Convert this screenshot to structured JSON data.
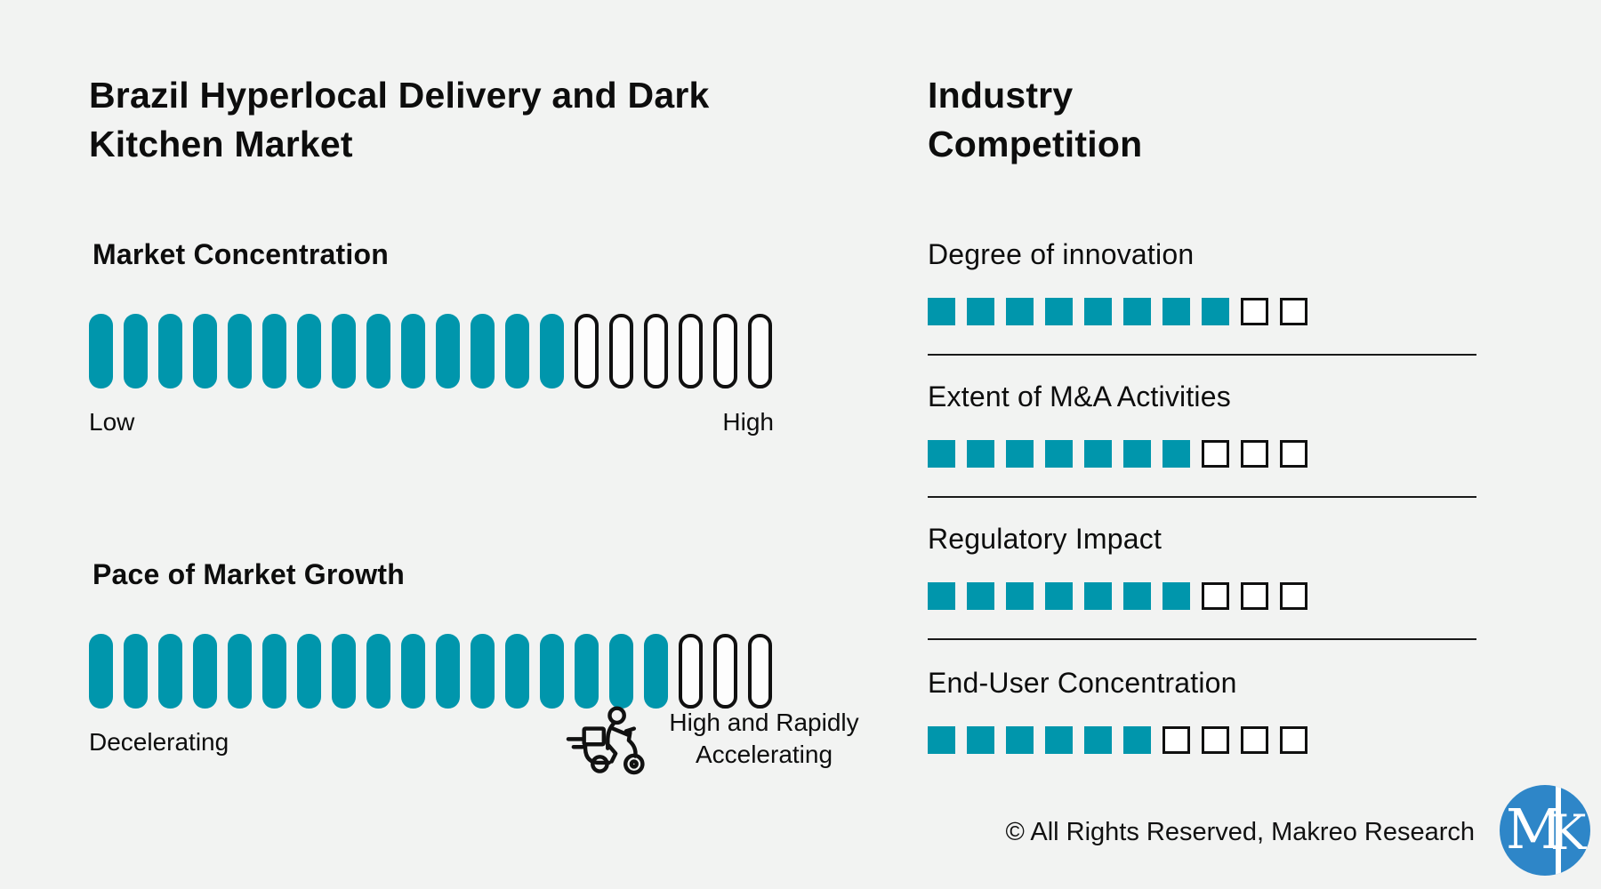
{
  "page": {
    "background_color": "#f2f3f2",
    "accent_teal": "#0096ac",
    "text_color": "#0d0d0d",
    "logo_blue": "#2e86c8"
  },
  "left_panel": {
    "title": "Brazil Hyperlocal Delivery and Dark Kitchen Market",
    "sections": [
      {
        "heading": "Market Concentration",
        "filled": 14,
        "total": 20,
        "left_label": "Low",
        "right_label": "High"
      },
      {
        "heading": "Pace of Market Growth",
        "filled": 17,
        "total": 20,
        "left_label": "Decelerating",
        "right_label": "High and Rapidly Accelerating",
        "right_icon": "delivery-scooter-icon"
      }
    ]
  },
  "right_panel": {
    "title": "Industry Competition",
    "metrics": [
      {
        "label": "Degree of innovation",
        "filled": 8,
        "total": 10
      },
      {
        "label": "Extent of M&A Activities",
        "filled": 7,
        "total": 10
      },
      {
        "label": "Regulatory Impact",
        "filled": 7,
        "total": 10
      },
      {
        "label": "End-User Concentration",
        "filled": 6,
        "total": 10
      }
    ]
  },
  "footer": {
    "copyright": "© All Rights Reserved, Makreo Research",
    "logo_monogram_m": "M",
    "logo_monogram_k": "K"
  },
  "chart_data": [
    {
      "type": "bar",
      "title": "Brazil Hyperlocal Delivery and Dark Kitchen Market",
      "categories": [
        "Market Concentration",
        "Pace of Market Growth"
      ],
      "values": [
        14,
        17
      ],
      "value_max": 20,
      "units": "filled segments of 20",
      "annotations": [
        {
          "category": "Market Concentration",
          "scale_left": "Low",
          "scale_right": "High"
        },
        {
          "category": "Pace of Market Growth",
          "scale_left": "Decelerating",
          "scale_right": "High and Rapidly Accelerating"
        }
      ],
      "legend_position": "none",
      "grid": false
    },
    {
      "type": "bar",
      "title": "Industry Competition",
      "categories": [
        "Degree of innovation",
        "Extent of M&A Activities",
        "Regulatory Impact",
        "End-User Concentration"
      ],
      "values": [
        8,
        7,
        7,
        6
      ],
      "value_max": 10,
      "units": "filled squares of 10",
      "legend_position": "none",
      "grid": false
    }
  ]
}
